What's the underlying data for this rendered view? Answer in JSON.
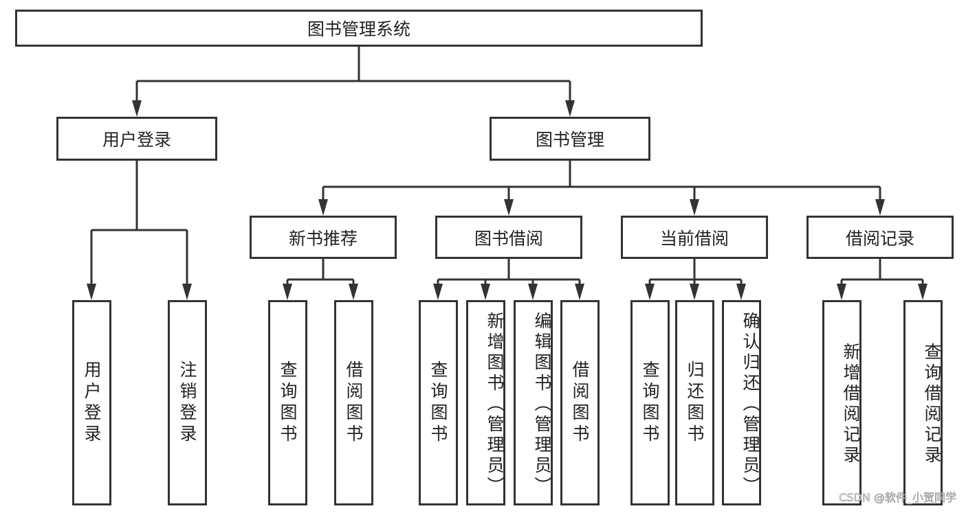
{
  "diagram": {
    "root": {
      "label": "图书管理系统"
    },
    "modules": [
      {
        "label": "用户登录",
        "children": [
          "用户登录",
          "注销登录"
        ]
      },
      {
        "label": "图书管理",
        "submodules": [
          {
            "label": "新书推荐",
            "children": [
              "查询图书",
              "借阅图书"
            ]
          },
          {
            "label": "图书借阅",
            "children": [
              "查询图书",
              "新增图书（管理员）",
              "编辑图书（管理员）",
              "借阅图书"
            ]
          },
          {
            "label": "当前借阅",
            "children": [
              "查询图书",
              "归还图书",
              "确认归还（管理员）"
            ]
          },
          {
            "label": "借阅记录",
            "children": [
              "新增借阅记录",
              "查询借阅记录"
            ]
          }
        ]
      }
    ],
    "line_color": "#333333"
  },
  "watermark": "CSDN @软件_小贺同学"
}
